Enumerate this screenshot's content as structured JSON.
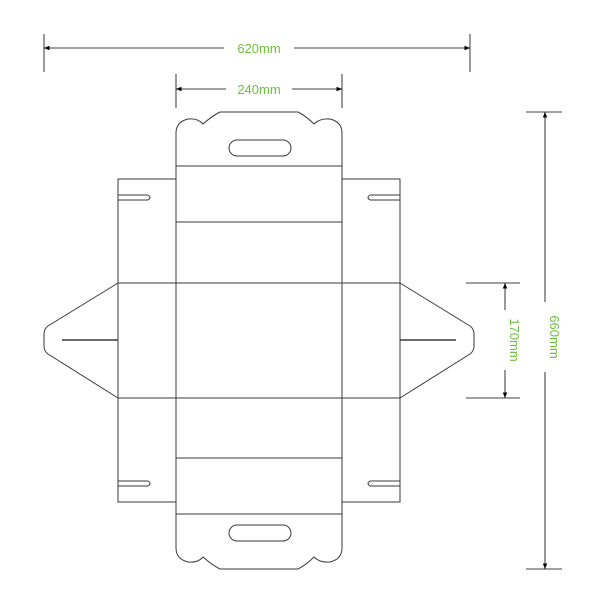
{
  "dimensions": {
    "total_width": "620mm",
    "panel_width": "240mm",
    "total_height": "660mm",
    "side_height": "170mm"
  },
  "colors": {
    "dimension_text": "#6cbf3a",
    "outline": "#3a3a3a",
    "dimension_line": "#000000",
    "background": "#ffffff"
  }
}
